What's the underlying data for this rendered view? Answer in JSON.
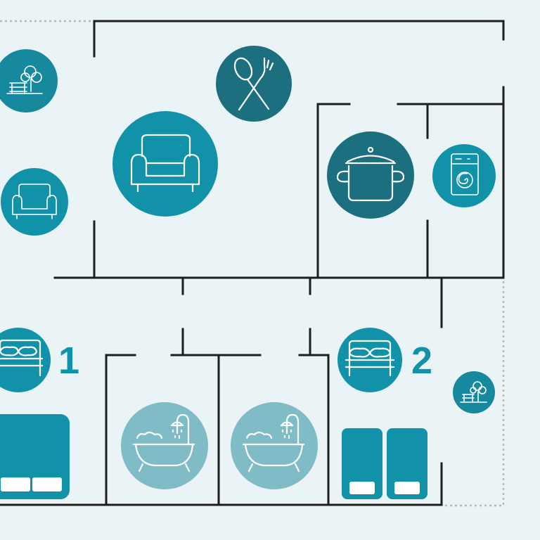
{
  "colors": {
    "background": "#eaf3f5",
    "wall": "#1d1d1d",
    "teal_bright": "#1192a9",
    "teal_mid": "#17899e",
    "teal_dark": "#1b6f7e",
    "bath_light": "#7fbcc6",
    "icon_stroke": "#ffffff"
  },
  "rooms": {
    "bedroom_1": {
      "number": "1",
      "icon": "bed-icon"
    },
    "bedroom_2": {
      "number": "2",
      "icon": "bed-icon"
    },
    "living_room": {
      "icon": "armchair-icon"
    },
    "small_lounge": {
      "icon": "armchair-icon"
    },
    "dining": {
      "icon": "spoon-fork-icon"
    },
    "kitchen": {
      "icon": "cooking-pot-icon"
    },
    "laundry": {
      "icon": "washing-machine-icon"
    },
    "bathroom_1": {
      "icon": "bathtub-shower-icon"
    },
    "bathroom_2": {
      "icon": "bathtub-shower-icon"
    },
    "garden_top": {
      "icon": "tree-bench-icon"
    },
    "garden_right": {
      "icon": "tree-bench-icon"
    }
  },
  "furniture": {
    "double_bed": {
      "pillows": 2
    },
    "twin_beds": {
      "count": 2
    }
  }
}
